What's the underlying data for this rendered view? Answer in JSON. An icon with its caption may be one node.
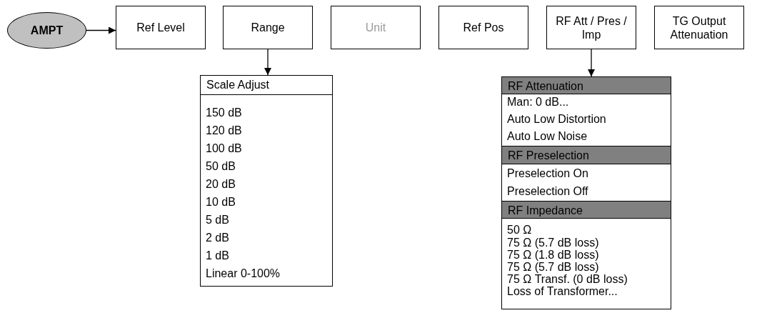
{
  "diagram": {
    "nodes": [
      {
        "text": [
          "AMPT"
        ]
      },
      {
        "text": [
          "Ref Level"
        ]
      },
      {
        "text": [
          "Range"
        ]
      },
      {
        "text": [
          "Unit"
        ]
      },
      {
        "text": [
          "Ref Pos"
        ]
      },
      {
        "text": [
          "RF Att / Pres / Imp"
        ]
      },
      {
        "text": [
          "TG Output Attenuation"
        ]
      },
      {
        "text": [
          "Scale Adjust",
          "150 dB",
          "120 dB",
          "100 dB",
          "50 dB",
          "20 dB",
          "10 dB",
          "5 dB",
          "2 dB",
          "1 dB",
          "Linear 0-100%"
        ]
      },
      {
        "text": [
          "RF Attenuation",
          "Man: 0 dB...",
          "Auto Low Distortion",
          "Auto Low Noise",
          "RF Preselection",
          "Preselection On",
          "Preselection Off",
          "RF Impedance",
          "50 Ω",
          "75 Ω (5.7 dB loss)",
          "75 Ω (1.8 dB loss)",
          "75 Ω (5.7 dB loss)",
          "75 Ω Transf. (0 dB loss)",
          "Loss of Transformer..."
        ]
      }
    ],
    "edges": [
      {
        "from": 0,
        "to": 1,
        "arrow": "to"
      },
      {
        "from": 2,
        "to": 7,
        "arrow": "to"
      },
      {
        "from": 5,
        "to": 8,
        "arrow": "to"
      }
    ]
  }
}
